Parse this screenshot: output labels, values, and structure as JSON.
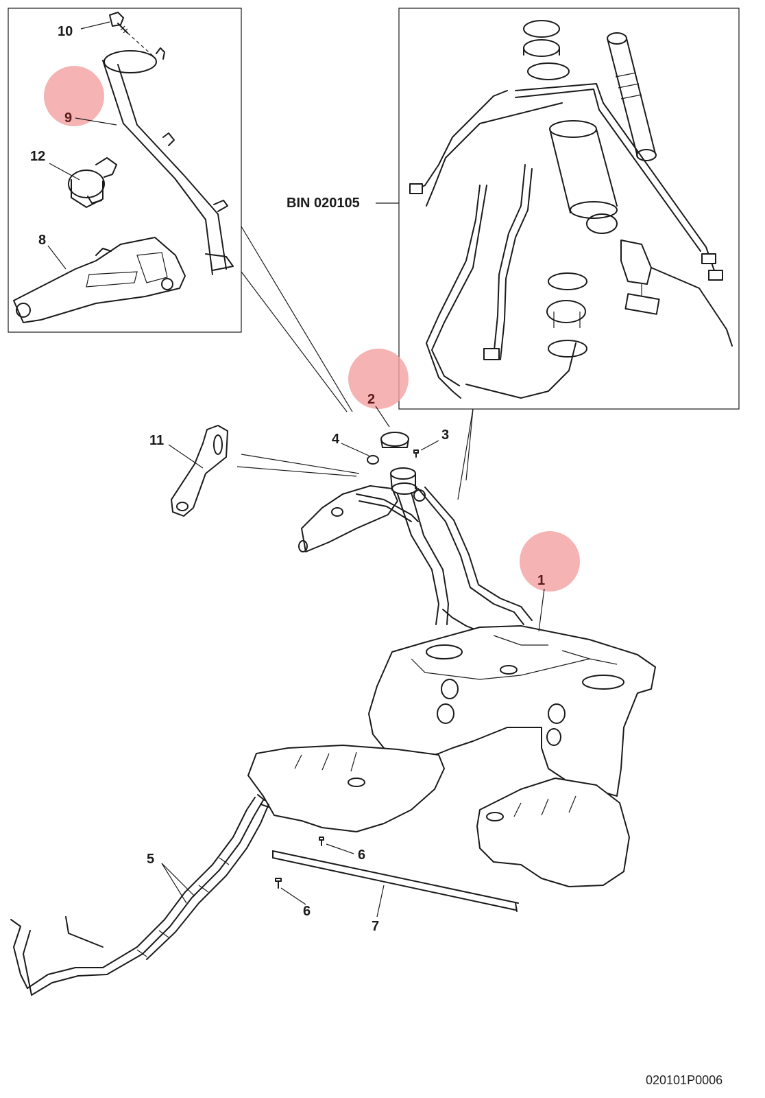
{
  "diagram_id": "020101P0006",
  "detail_reference": "BIN 020105",
  "callouts": [
    {
      "label": "1",
      "highlighted": true
    },
    {
      "label": "2",
      "highlighted": true
    },
    {
      "label": "3",
      "highlighted": false
    },
    {
      "label": "4",
      "highlighted": false
    },
    {
      "label": "5",
      "highlighted": false
    },
    {
      "label": "6",
      "highlighted": false
    },
    {
      "label": "6",
      "highlighted": false
    },
    {
      "label": "7",
      "highlighted": false
    },
    {
      "label": "8",
      "highlighted": false
    },
    {
      "label": "9",
      "highlighted": true
    },
    {
      "label": "10",
      "highlighted": false
    },
    {
      "label": "11",
      "highlighted": false
    },
    {
      "label": "12",
      "highlighted": false
    }
  ],
  "colors": {
    "highlight": "#f4a0a0",
    "line": "#1a1a1a"
  }
}
